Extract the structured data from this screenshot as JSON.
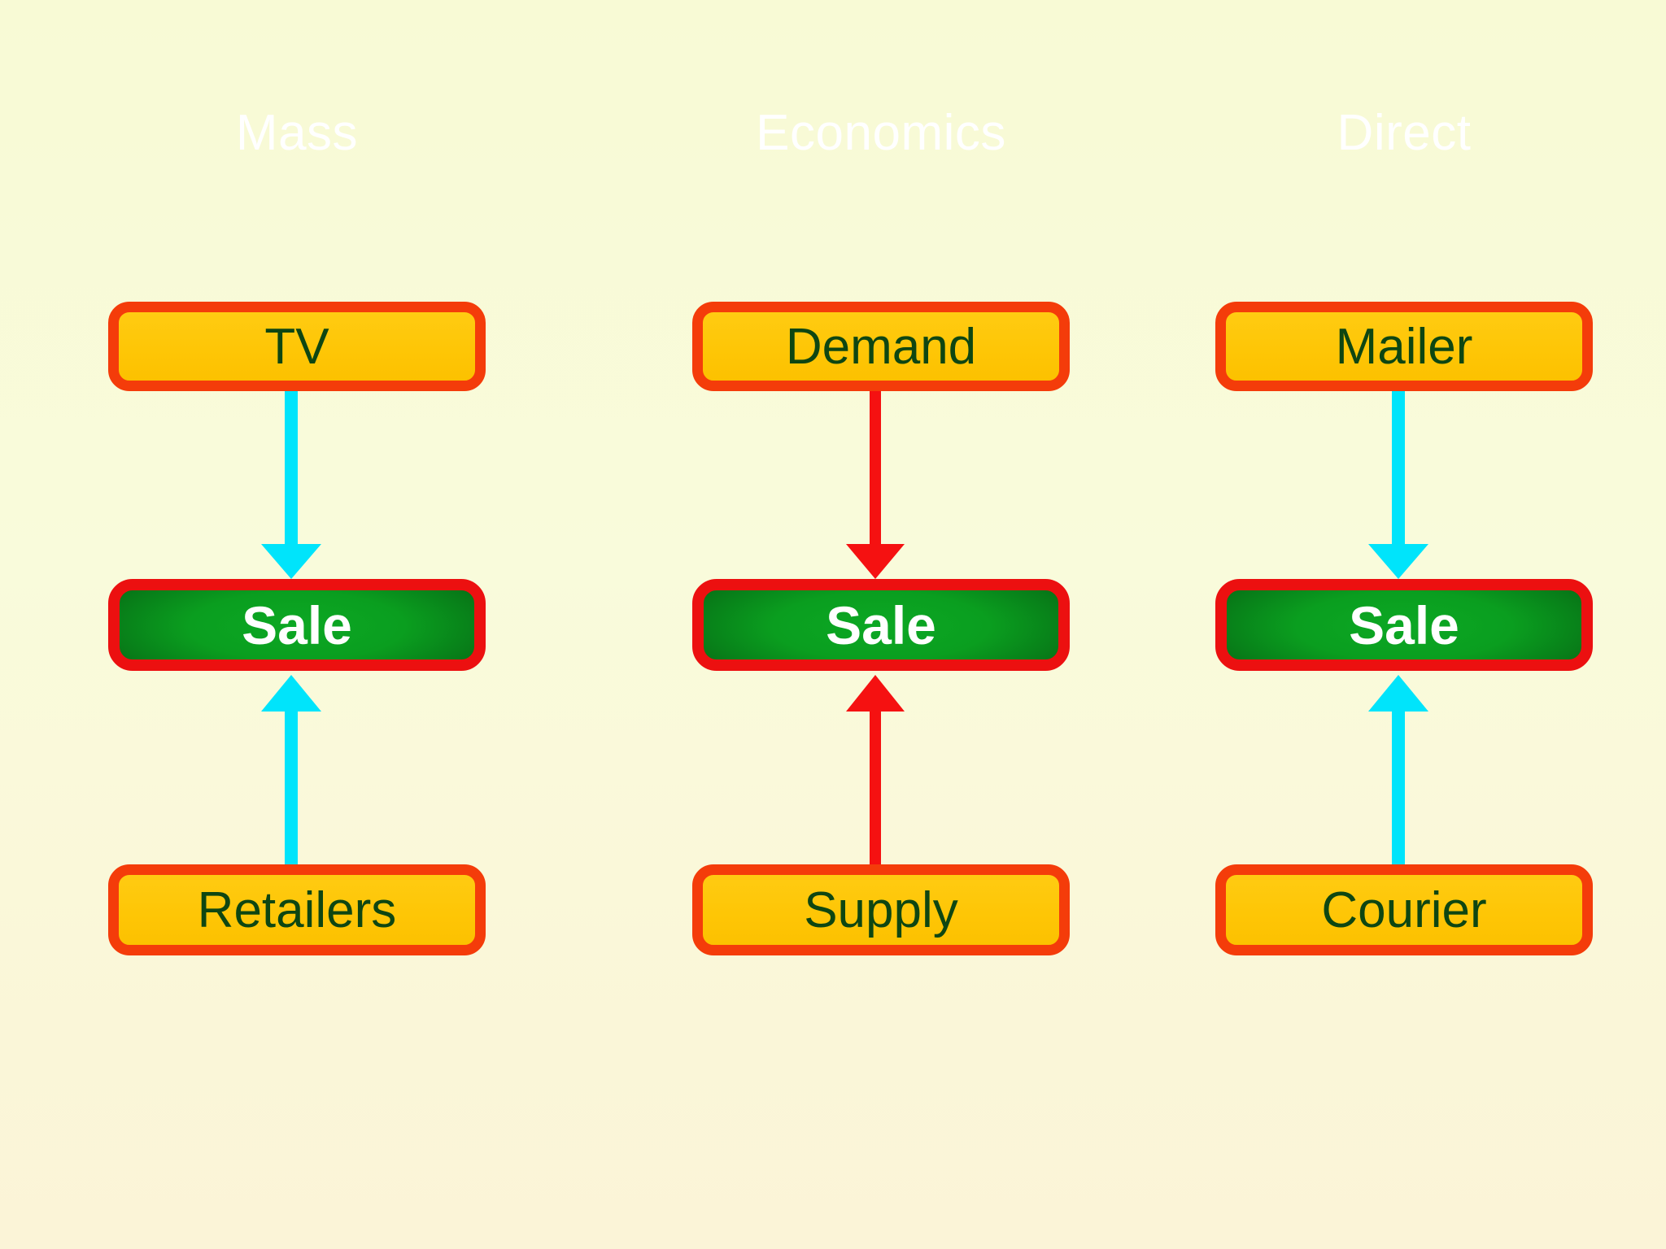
{
  "diagram": {
    "description": "Three-column sales flow diagram: each column shows a top node and a bottom node both feeding into a central Sale node"
  },
  "colors": {
    "background_top": "#f8fad5",
    "background_bottom": "#fbf4d7",
    "gold_box_fill": "#fec606",
    "gold_box_border": "#f43c0a",
    "gold_box_text": "#0e4612",
    "sale_box_border": "#ec1010",
    "sale_box_fill_center": "#0ca824",
    "sale_box_fill_edge": "#045c10",
    "sale_box_text": "#ffffff",
    "header_text": "#ffffff",
    "arrow_cyan": "#00e4fb",
    "arrow_red": "#f51111"
  },
  "columns": [
    {
      "id": "mass",
      "header": "Mass",
      "top_box": "TV",
      "sale_box": "Sale",
      "bottom_box": "Retailers",
      "arrow_color": "#00e4fb"
    },
    {
      "id": "economics",
      "header": "Economics",
      "top_box": "Demand",
      "sale_box": "Sale",
      "bottom_box": "Supply",
      "arrow_color": "#f51111"
    },
    {
      "id": "direct",
      "header": "Direct",
      "top_box": "Mailer",
      "sale_box": "Sale",
      "bottom_box": "Courier",
      "arrow_color": "#00e4fb"
    }
  ]
}
